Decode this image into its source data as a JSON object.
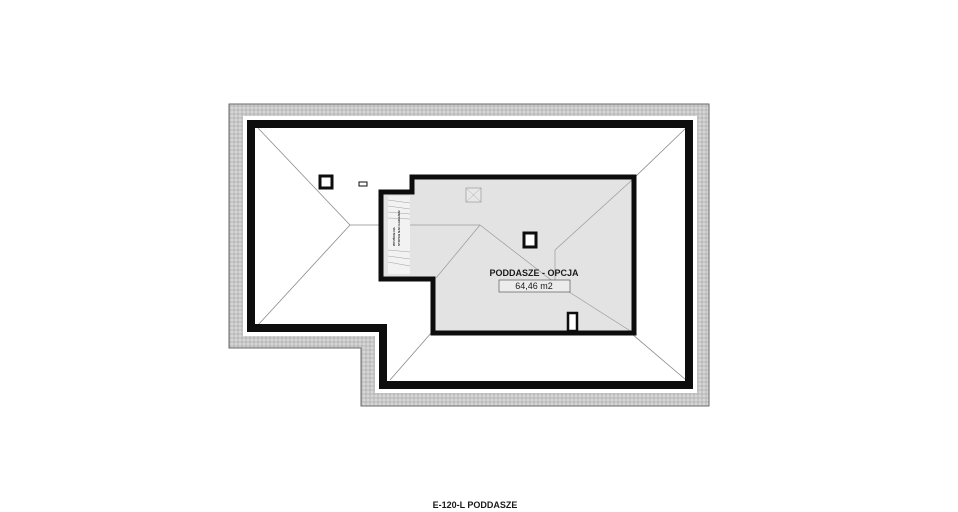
{
  "room": {
    "name": "PODDASZE - OPCJA",
    "area": "64,46 m2"
  },
  "stairs": {
    "note_line1": "WYJŚCIE NA",
    "note_line2": "STRYCH NAD GARAŻEM"
  },
  "caption": "E-120-L PODDASZE",
  "colors": {
    "wall": "#0d0d0d",
    "roof_edge_fill": "#d0d0d0",
    "room_fill": "#e3e3e3",
    "ridge_lines": "#8a8a8a"
  }
}
